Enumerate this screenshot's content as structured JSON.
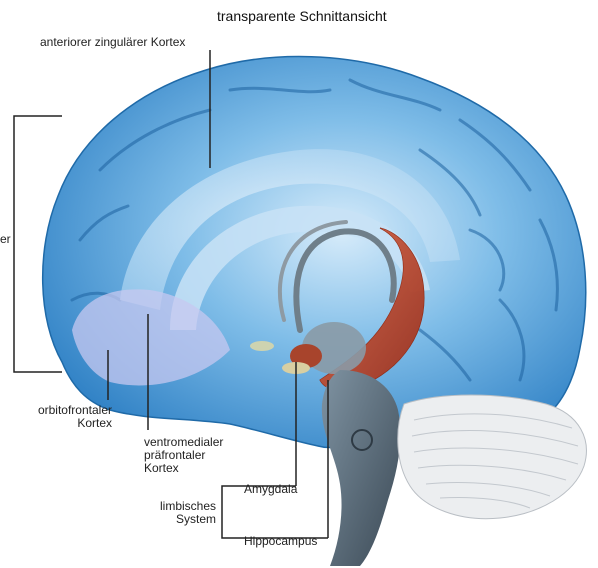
{
  "title": "transparente Schnittansicht",
  "labels": {
    "anterior_cingulate": "anteriorer zingulärer Kortex",
    "bracket_cut": "er",
    "orbitofrontal": "orbitofrontaler\nKortex",
    "ventromedial": "ventromedialer\npräfrontaler\nKortex",
    "amygdala": "Amygdala",
    "limbic_system": "limbisches\nSystem",
    "hippocampus": "Hippocampus"
  },
  "colors": {
    "cortex_blue": "#3a8fd0",
    "cortex_light": "#9fcdef",
    "hippocampus_red": "#c2452a",
    "amygdala": "#b7a079",
    "brainstem": "#5a6c7a",
    "cerebellum": "#e9eaec"
  }
}
